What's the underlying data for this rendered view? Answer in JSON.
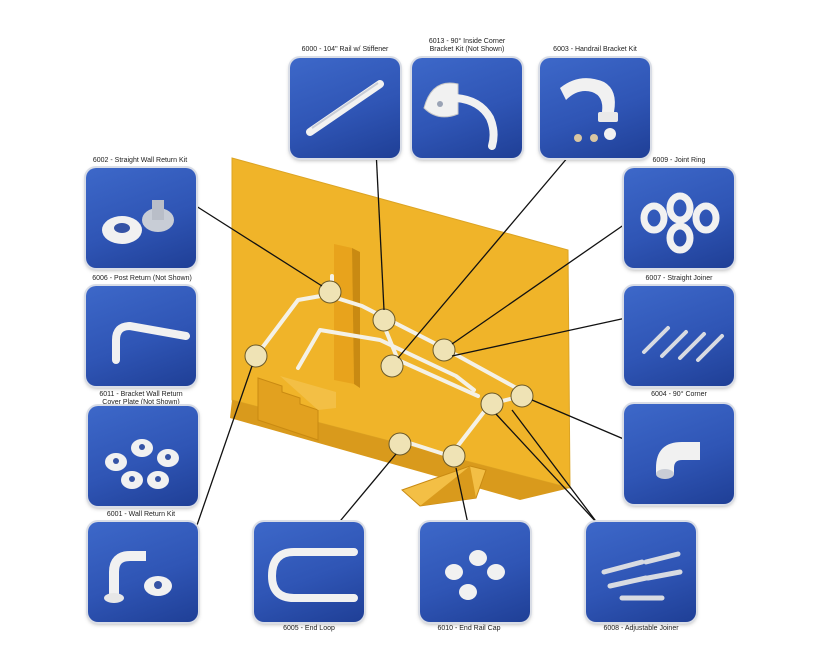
{
  "parts": [
    {
      "id": "rail",
      "label": "6000 - 104\" Rail w/ Stiffener"
    },
    {
      "id": "inside_corner",
      "label": "6013 - 90° Inside Corner\nBracket Kit (Not Shown)"
    },
    {
      "id": "bracket_kit",
      "label": "6003 - Handrail Bracket Kit"
    },
    {
      "id": "straight_wall_return",
      "label": "6002 - Straight Wall Return Kit"
    },
    {
      "id": "joint_ring",
      "label": "6009 - Joint Ring"
    },
    {
      "id": "post_return",
      "label": "6006 - Post Return (Not Shown)"
    },
    {
      "id": "straight_joiner",
      "label": "6007 - Straight Joiner"
    },
    {
      "id": "bracket_cover",
      "label": "6011 - Bracket Wall Return\nCover Plate (Not Shown)"
    },
    {
      "id": "corner_90",
      "label": "6004 - 90° Corner"
    },
    {
      "id": "wall_return",
      "label": "6001 - Wall Return Kit"
    },
    {
      "id": "end_loop",
      "label": "6005 - End Loop"
    },
    {
      "id": "end_cap",
      "label": "6010 - End Rail Cap"
    },
    {
      "id": "adjustable_joiner",
      "label": "6008 - Adjustable Joiner"
    }
  ],
  "colors": {
    "tile": "#2f55b5",
    "wall": "#f0b429",
    "wall_dark": "#d99a1c",
    "rail": "#f4f1e6",
    "callout": "#efe3b5",
    "leader": "#111111"
  }
}
